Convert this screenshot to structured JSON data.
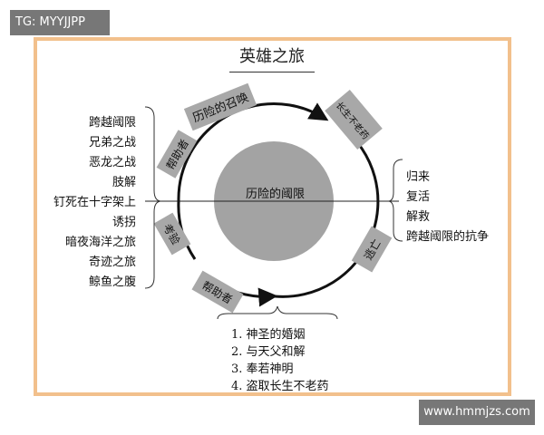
{
  "watermark_top": "TG: MYYJJPP",
  "watermark_bottom": "www.hmmjzs.com",
  "title": "英雄之旅",
  "center_label": "历险的阈限",
  "left_list": [
    "跨越阈限",
    "兄弟之战",
    "恶龙之战",
    "肢解",
    "钉死在十字架上",
    "诱拐",
    "暗夜海洋之旅",
    "奇迹之旅",
    "鲸鱼之腹"
  ],
  "right_list": [
    "归来",
    "复活",
    "解救",
    "跨越阈限的抗争"
  ],
  "bottom_list": [
    "1. 神圣的婚姻",
    "2. 与天父和解",
    "3. 奉若神明",
    "4. 盗取长生不老药"
  ],
  "circle_labels": {
    "call": "历险的召唤",
    "helper_top": "帮助者",
    "test": "考验",
    "helper_bottom": "帮助者",
    "elixir": "长生不老药",
    "flight": "逃亡"
  },
  "colors": {
    "frame": "#f2c08c",
    "label_bg": "#a8a8a8",
    "center_fill": "#a3a3a3",
    "badge": "#777777"
  }
}
